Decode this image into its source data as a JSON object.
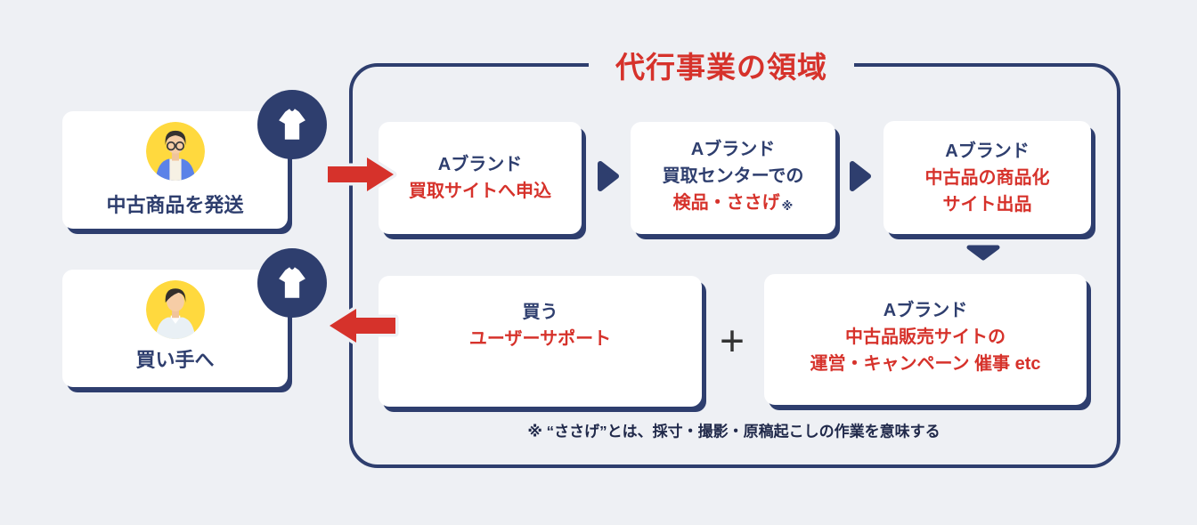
{
  "colors": {
    "background": "#eef0f4",
    "navy": "#2e3e6e",
    "red": "#d6322b",
    "avatar_yellow": "#ffd93e",
    "plus_dark": "#333333"
  },
  "title": "代行事業の領域",
  "actors": {
    "ship_box": {
      "label": "中古商品を発送",
      "icon": "tshirt-icon"
    },
    "buyer_box": {
      "label": "買い手へ",
      "icon": "tshirt-icon"
    }
  },
  "agency": {
    "apply_box": {
      "line1": "Aブランド",
      "line2": "買取サイトへ申込"
    },
    "inspect_box": {
      "line1": "Aブランド",
      "line2": "買取センターでの",
      "line3": "検品・ささげ",
      "note_mark": "※"
    },
    "listing_box": {
      "line1": "Aブランド",
      "line2": "中古品の商品化",
      "line3": "サイト出品"
    },
    "support_box": {
      "line1": "買う",
      "line2": "ユーザーサポート"
    },
    "operation_box": {
      "line1": "Aブランド",
      "line2": "中古品販売サイトの",
      "line3": "運営・キャンペーン 催事 etc"
    },
    "plus_sign": "+",
    "footnote": "※ “ささげ”とは、採寸・撮影・原稿起こしの作業を意味する"
  }
}
